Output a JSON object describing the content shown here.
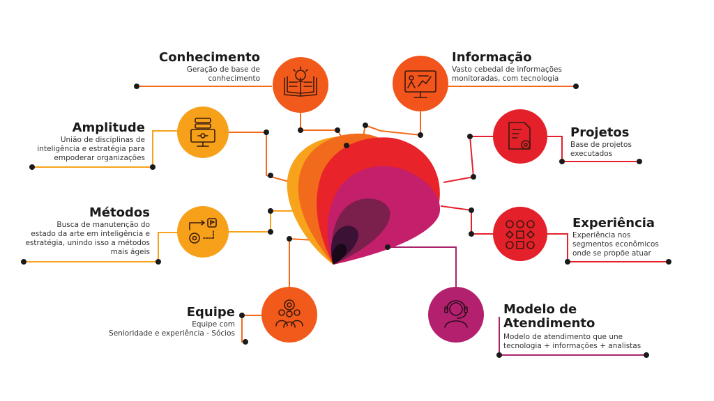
{
  "colors": {
    "line_orange": "#f26a1b",
    "line_magenta": "#a8246b",
    "conhecimento": "#f25a1b",
    "informacao": "#f2541b",
    "amplitude": "#f7a11a",
    "metodos": "#f7a11a",
    "projetos": "#e4202a",
    "experiencia": "#e4202a",
    "equipe": "#f25a1b",
    "modelo": "#b3206e"
  },
  "nodes": {
    "conhecimento": {
      "title": "Conhecimento",
      "desc_lines": [
        "Geração de base de",
        "conhecimento"
      ],
      "icon": "book-bulb-icon"
    },
    "informacao": {
      "title": "Informação",
      "desc_lines": [
        "Vasto cebedal de informações",
        "monitoradas, com tecnologia"
      ],
      "icon": "monitor-chart-icon"
    },
    "amplitude": {
      "title": "Amplitude",
      "desc_lines": [
        "União de disciplinas de",
        "inteligência e estratégia para",
        "empoderar organizações"
      ],
      "icon": "database-monitor-icon"
    },
    "projetos": {
      "title": "Projetos",
      "desc_lines": [
        "Base de projetos",
        "executados"
      ],
      "icon": "document-gear-icon"
    },
    "metodos": {
      "title": "Métodos",
      "desc_lines": [
        "Busca de manutenção do",
        "estado da arte em inteligência e",
        "estratégia, unindo isso a métodos",
        "mais ágeis"
      ],
      "icon": "process-flag-icon"
    },
    "experiencia": {
      "title": "Experiência",
      "desc_lines": [
        "Experiência nos",
        "segmentos econômicos",
        "onde se propõe atuar"
      ],
      "icon": "network-shapes-icon"
    },
    "equipe": {
      "title": "Equipe",
      "desc_lines": [
        "Equipe com",
        "Senioridade e experiência - Sócios"
      ],
      "icon": "team-gear-icon"
    },
    "modelo": {
      "title_lines": [
        "Modelo de",
        "Atendimento"
      ],
      "desc_lines": [
        "Modelo de atendimento que une",
        "tecnologia + informações + analistas"
      ],
      "icon": "headset-agent-icon"
    }
  }
}
